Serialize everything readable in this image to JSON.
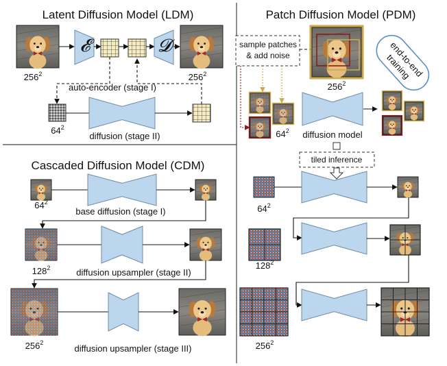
{
  "titles": {
    "ldm": "Latent Diffusion Model (LDM)",
    "pdm": "Patch Diffusion Model (PDM)",
    "cdm": "Cascaded Diffusion Model (CDM)"
  },
  "ldm": {
    "encoder_symbol": "𝓔",
    "decoder_symbol": "𝓓",
    "res_image": "256",
    "res_latent": "64",
    "exp": "2",
    "autoencoder_label": "auto-encoder (stage I)",
    "diffusion_label": "diffusion (stage II)"
  },
  "pdm": {
    "sample_label_1": "sample patches",
    "sample_label_2": "& add noise",
    "badge_1": "end-to-end",
    "badge_2": "training",
    "res_image": "256",
    "res_patch": "64",
    "exp": "2",
    "model_label": "diffusion model",
    "tiled_label": "tiled inference",
    "inference_res": [
      "64",
      "128",
      "256"
    ]
  },
  "cdm": {
    "res": [
      "64",
      "128",
      "256"
    ],
    "exp": "2",
    "stage_labels": [
      "base diffusion (stage I)",
      "diffusion upsampler (stage II)",
      "diffusion upsampler (stage III)"
    ]
  },
  "colors": {
    "unet_fill": "#bcd6ee",
    "unet_stroke": "#6d8aa6",
    "latent_fill": "#f5ecc2",
    "patch_border_gold": "#c9a94b",
    "patch_border_red": "#8b1a1a",
    "badge_stroke": "#5b8fc7"
  }
}
